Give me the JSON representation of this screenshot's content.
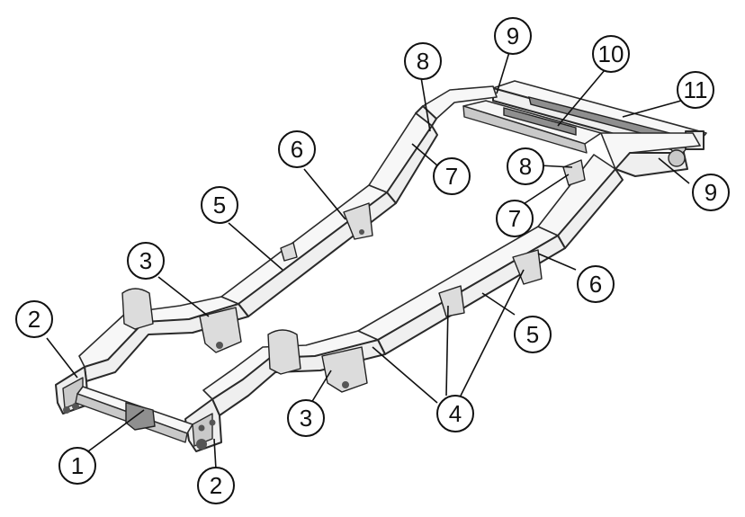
{
  "callouts": [
    {
      "id": "c1",
      "label": "1"
    },
    {
      "id": "c2a",
      "label": "2"
    },
    {
      "id": "c2b",
      "label": "2"
    },
    {
      "id": "c3a",
      "label": "3"
    },
    {
      "id": "c3b",
      "label": "3"
    },
    {
      "id": "c4",
      "label": "4"
    },
    {
      "id": "c5a",
      "label": "5"
    },
    {
      "id": "c5b",
      "label": "5"
    },
    {
      "id": "c6a",
      "label": "6"
    },
    {
      "id": "c6b",
      "label": "6"
    },
    {
      "id": "c7a",
      "label": "7"
    },
    {
      "id": "c7b",
      "label": "7"
    },
    {
      "id": "c8a",
      "label": "8"
    },
    {
      "id": "c8b",
      "label": "8"
    },
    {
      "id": "c9a",
      "label": "9"
    },
    {
      "id": "c9b",
      "label": "9"
    },
    {
      "id": "c10",
      "label": "10"
    },
    {
      "id": "c11",
      "label": "11"
    }
  ]
}
